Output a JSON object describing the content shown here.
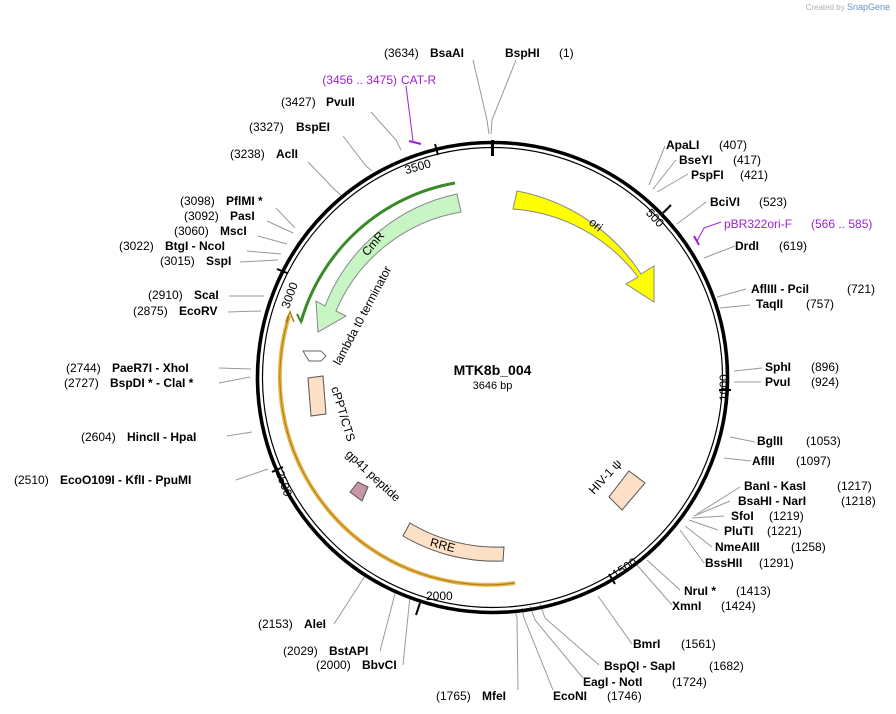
{
  "credit": {
    "prefix": "Created by",
    "brand": "SnapGene"
  },
  "plasmid": {
    "name": "MTK8b_004",
    "size": "3646 bp"
  },
  "ticks": [
    "500",
    "1000",
    "1500",
    "2000",
    "2500",
    "3000",
    "3500"
  ],
  "features": [
    {
      "label": "ori",
      "color": "#ffff00"
    },
    {
      "label": "CmR",
      "color": "#c7f5c3"
    },
    {
      "label": "lambda t0 terminator",
      "color": "#ffffff"
    },
    {
      "label": "cPPT/CTS",
      "color": "#fde0c6"
    },
    {
      "label": "gp41 peptide",
      "color": "#c995a9"
    },
    {
      "label": "RRE",
      "color": "#fde0c6"
    },
    {
      "label": "HIV-1 ψ",
      "color": "#fde0c6"
    }
  ],
  "primers": [
    {
      "name": "CAT-R",
      "range": "(3456 .. 3475)"
    },
    {
      "name": "pBR322ori-F",
      "range": "(566 .. 585)"
    }
  ],
  "sites": [
    {
      "pos": "(3634)",
      "name": "BsaAI"
    },
    {
      "pos": "(1)",
      "name": "BspHI"
    },
    {
      "pos": "(3427)",
      "name": "PvuII"
    },
    {
      "pos": "(3327)",
      "name": "BspEI"
    },
    {
      "pos": "(3238)",
      "name": "AclI"
    },
    {
      "pos": "(3098)",
      "name": "PflMI *"
    },
    {
      "pos": "(3092)",
      "name": "PasI"
    },
    {
      "pos": "(3060)",
      "name": "MscI"
    },
    {
      "pos": "(3022)",
      "name": "BtgI - NcoI"
    },
    {
      "pos": "(3015)",
      "name": "SspI"
    },
    {
      "pos": "(2910)",
      "name": "ScaI"
    },
    {
      "pos": "(2875)",
      "name": "EcoRV"
    },
    {
      "pos": "(2744)",
      "name": "PaeR7I - XhoI"
    },
    {
      "pos": "(2727)",
      "name": "BspDI * - ClaI *"
    },
    {
      "pos": "(2604)",
      "name": "HincII - HpaI"
    },
    {
      "pos": "(2510)",
      "name": "EcoO109I - KflI - PpuMI"
    },
    {
      "pos": "(2153)",
      "name": "AleI"
    },
    {
      "pos": "(2029)",
      "name": "BstAPI"
    },
    {
      "pos": "(2000)",
      "name": "BbvCI"
    },
    {
      "pos": "(1765)",
      "name": "MfeI"
    },
    {
      "pos": "(1746)",
      "name": "EcoNI"
    },
    {
      "pos": "(1724)",
      "name": "EagI - NotI"
    },
    {
      "pos": "(1682)",
      "name": "BspQI - SapI"
    },
    {
      "pos": "(1561)",
      "name": "BmrI"
    },
    {
      "pos": "(1424)",
      "name": "XmnI"
    },
    {
      "pos": "(1413)",
      "name": "NruI *"
    },
    {
      "pos": "(1291)",
      "name": "BssHII"
    },
    {
      "pos": "(1258)",
      "name": "NmeAIII"
    },
    {
      "pos": "(1221)",
      "name": "PluTI"
    },
    {
      "pos": "(1219)",
      "name": "SfoI"
    },
    {
      "pos": "(1218)",
      "name": "BsaHI - NarI"
    },
    {
      "pos": "(1217)",
      "name": "BanI - KasI"
    },
    {
      "pos": "(1097)",
      "name": "AflII"
    },
    {
      "pos": "(1053)",
      "name": "BglII"
    },
    {
      "pos": "(924)",
      "name": "PvuI"
    },
    {
      "pos": "(896)",
      "name": "SphI"
    },
    {
      "pos": "(757)",
      "name": "TaqII"
    },
    {
      "pos": "(721)",
      "name": "AflIII - PciI"
    },
    {
      "pos": "(619)",
      "name": "DrdI"
    },
    {
      "pos": "(523)",
      "name": "BciVI"
    },
    {
      "pos": "(421)",
      "name": "PspFI"
    },
    {
      "pos": "(417)",
      "name": "BseYI"
    },
    {
      "pos": "(407)",
      "name": "ApaLI"
    }
  ]
}
